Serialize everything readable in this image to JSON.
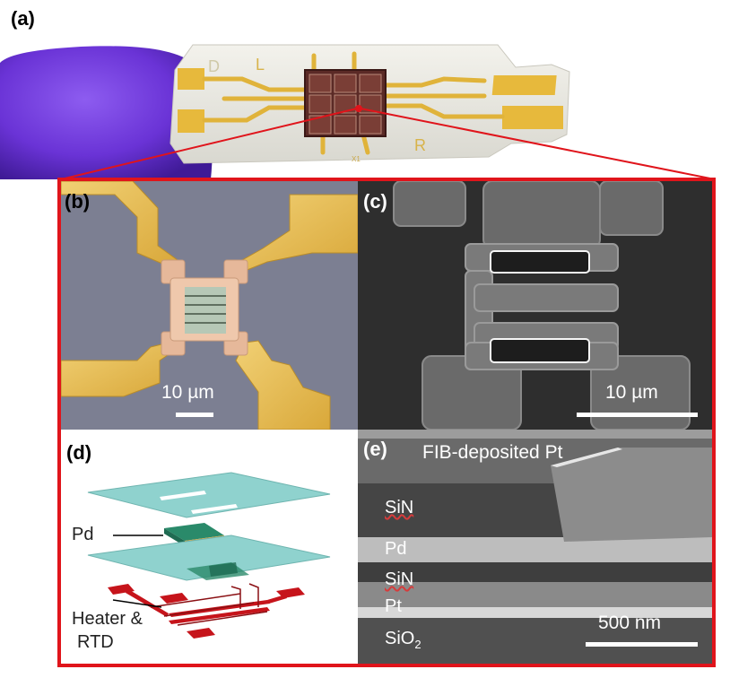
{
  "panels": {
    "a": {
      "label": "(a)"
    },
    "b": {
      "label": "(b)",
      "scalebar": "10 µm"
    },
    "c": {
      "label": "(c)",
      "scalebar": "10 µm"
    },
    "d": {
      "label": "(d)",
      "pd_label": "Pd",
      "heater_label_line1": "Heater &",
      "heater_label_line2": "RTD"
    },
    "e": {
      "label": "(e)",
      "top_label": "FIB-deposited Pt",
      "layers": [
        "SiN",
        "Pd",
        "SiN",
        "Pt"
      ],
      "sio2_base": "SiO",
      "sio2_sub": "2",
      "scalebar": "500 nm"
    }
  },
  "board": {
    "letters": [
      "D",
      "L",
      "R",
      "X1"
    ]
  },
  "colors": {
    "frame": "#e0141b",
    "glove": "#6a33d6",
    "gold": "#e7b93c",
    "substrate_b": "#7c7f92",
    "sem_dark": "#2e2e2e",
    "membrane": "#8fd2ce",
    "pd": "#2a8a6a",
    "heater": "#c6141b"
  }
}
